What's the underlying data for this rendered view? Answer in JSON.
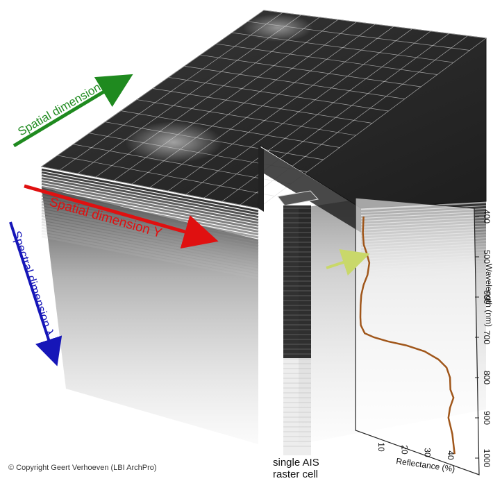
{
  "axes": {
    "spatial_x": {
      "label": "Spatial dimension X",
      "color": "#1f8a1f"
    },
    "spatial_y": {
      "label": "Spatial dimension Y",
      "color": "#e01010"
    },
    "spectral": {
      "label": "Spectral dimension λ",
      "color": "#1616b8"
    }
  },
  "cell_label": {
    "line1": "single AIS",
    "line2": "raster cell"
  },
  "copyright": "© Copyright Geert Verhoeven (LBI ArchPro)",
  "chart_data": {
    "type": "line",
    "xlabel": "Reflectance (%)",
    "ylabel": "Wavelength (nm)",
    "x_ticks": [
      10,
      20,
      30,
      40
    ],
    "y_ticks": [
      400,
      500,
      600,
      700,
      800,
      900,
      1000
    ],
    "xlim": [
      0,
      47
    ],
    "ylim": [
      400,
      1000
    ],
    "series": [
      {
        "color": "#a0561a",
        "x": [
          3.5,
          3.2,
          3.6,
          4.8,
          6.0,
          5.2,
          3.5,
          2.5,
          2.2,
          2.1,
          2.3,
          4.0,
          8.0,
          14.0,
          22.0,
          30.0,
          36.0,
          39.5,
          41.0,
          41.2,
          42.5,
          41.0,
          40.3,
          42.0,
          43.0
        ],
        "y": [
          400,
          440,
          470,
          490,
          515,
          545,
          570,
          595,
          620,
          650,
          670,
          690,
          700,
          710,
          720,
          735,
          755,
          775,
          800,
          830,
          850,
          875,
          900,
          940,
          990
        ]
      }
    ]
  }
}
